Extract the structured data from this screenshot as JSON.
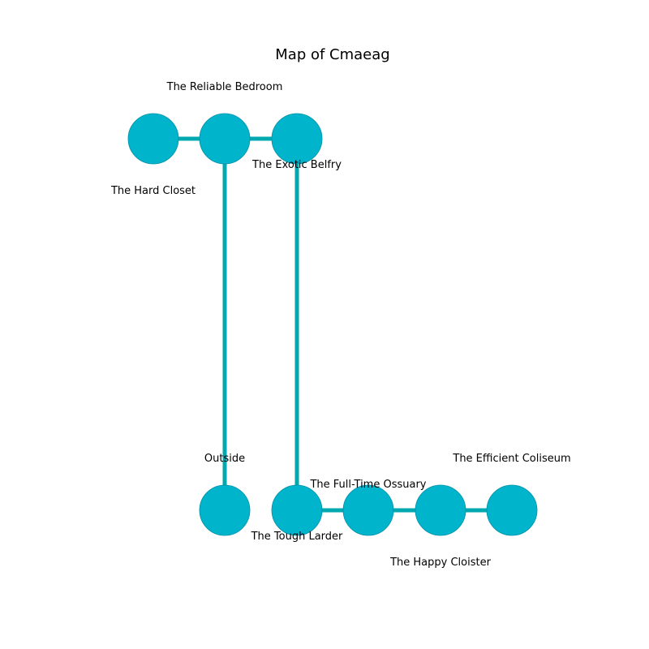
{
  "title": "Map of Cmaeag",
  "colors": {
    "node_fill": "#00B4CC",
    "node_stroke": "#0090A8",
    "edge": "#00A8B0"
  },
  "nodes": [
    {
      "id": "hard-closet",
      "label": "The Hard Closet"
    },
    {
      "id": "reliable-bedroom",
      "label": "The Reliable Bedroom"
    },
    {
      "id": "exotic-belfry",
      "label": "The Exotic Belfry"
    },
    {
      "id": "outside",
      "label": "Outside"
    },
    {
      "id": "tough-larder",
      "label": "The Tough Larder"
    },
    {
      "id": "full-time-ossuary",
      "label": "The Full-Time Ossuary"
    },
    {
      "id": "happy-cloister",
      "label": "The Happy Cloister"
    },
    {
      "id": "efficient-coliseum",
      "label": "The Efficient Coliseum"
    }
  ],
  "edges": [
    [
      "hard-closet",
      "reliable-bedroom"
    ],
    [
      "reliable-bedroom",
      "exotic-belfry"
    ],
    [
      "reliable-bedroom",
      "outside"
    ],
    [
      "exotic-belfry",
      "tough-larder"
    ],
    [
      "tough-larder",
      "full-time-ossuary"
    ],
    [
      "full-time-ossuary",
      "happy-cloister"
    ],
    [
      "happy-cloister",
      "efficient-coliseum"
    ]
  ]
}
